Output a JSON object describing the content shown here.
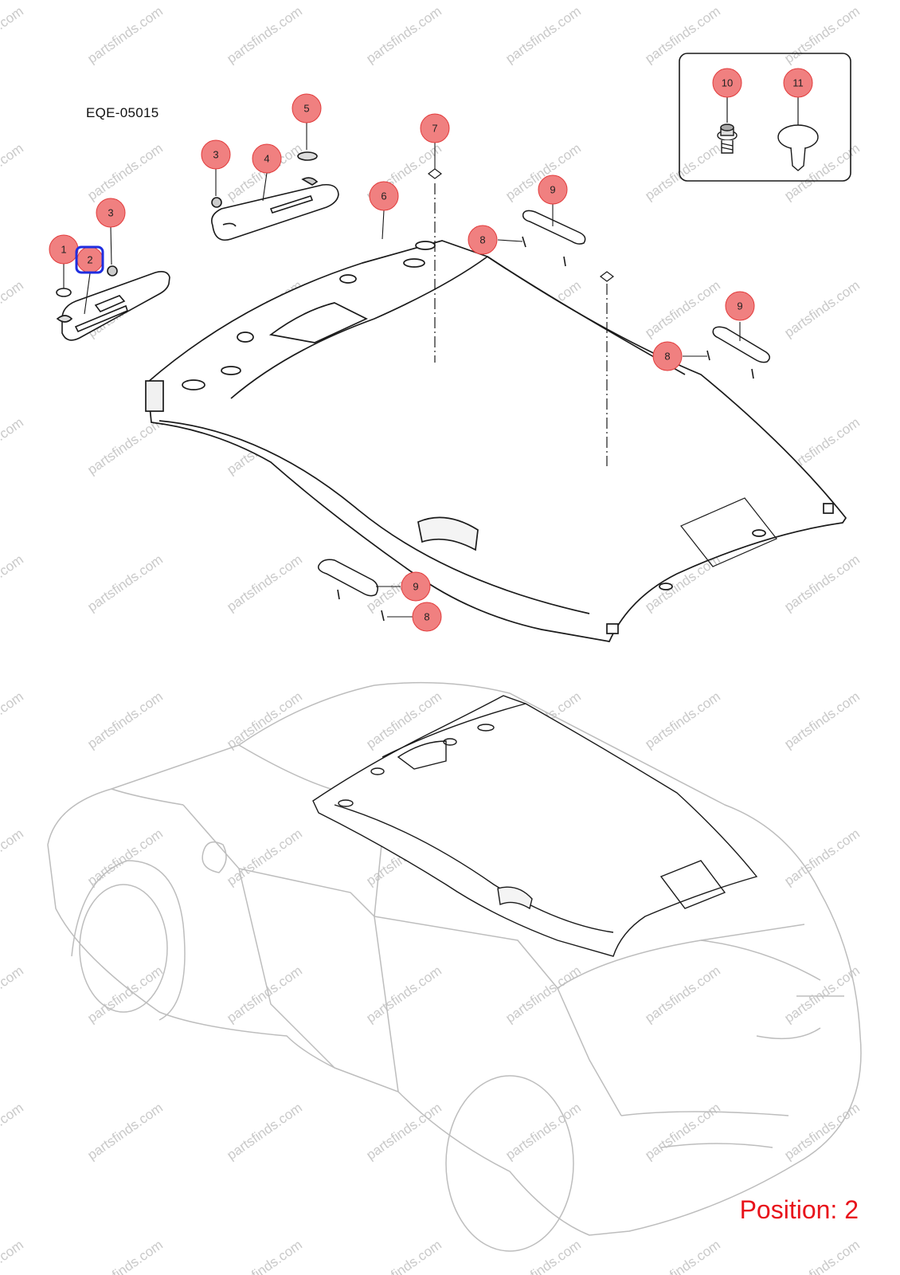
{
  "diagram_code": "EQE-05015",
  "position_label": "Position: 2",
  "watermark_text": "partsfinds.com",
  "highlighted_callout": "2",
  "colors": {
    "callout_fill": "#f08080",
    "callout_stroke": "#e23b3b",
    "highlight": "#1f2ee0",
    "position_text": "#e8131b",
    "line": "#1a1a1a",
    "car_outline": "#bdbdbd"
  },
  "callouts": [
    "1",
    "2",
    "3",
    "3",
    "4",
    "5",
    "6",
    "7",
    "8",
    "8",
    "8",
    "9",
    "9",
    "9",
    "10",
    "11"
  ]
}
